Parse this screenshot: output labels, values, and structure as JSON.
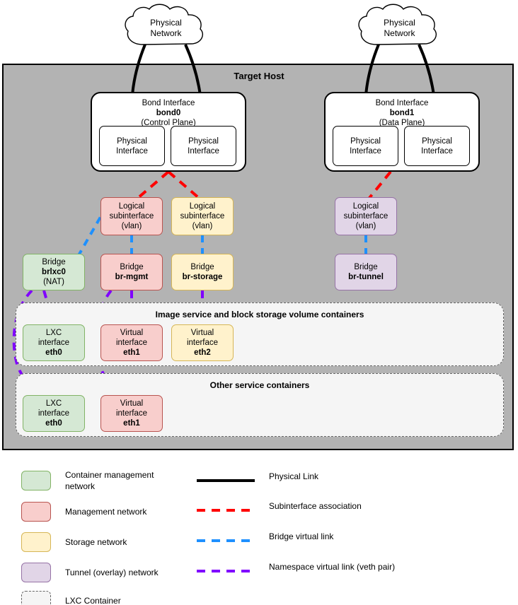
{
  "diagram": {
    "host": {
      "title": "Target Host"
    },
    "clouds": [
      {
        "id": "cloud-left",
        "line1": "Physical",
        "line2": "Network"
      },
      {
        "id": "cloud-right",
        "line1": "Physical",
        "line2": "Network"
      }
    ],
    "bonds": [
      {
        "id": "bond0",
        "line1": "Bond Interface",
        "name": "bond0",
        "line3": "(Control Plane)",
        "interfaces": [
          {
            "line1": "Physical",
            "line2": "Interface"
          },
          {
            "line1": "Physical",
            "line2": "Interface"
          }
        ]
      },
      {
        "id": "bond1",
        "line1": "Bond Interface",
        "name": "bond1",
        "line3": "(Data Plane)",
        "interfaces": [
          {
            "line1": "Physical",
            "line2": "Interface"
          },
          {
            "line1": "Physical",
            "line2": "Interface"
          }
        ]
      }
    ],
    "subinterfaces": [
      {
        "id": "sub-mgmt",
        "line1": "Logical",
        "line2": "subinterface",
        "line3": "(vlan)",
        "network": "management"
      },
      {
        "id": "sub-storage",
        "line1": "Logical",
        "line2": "subinterface",
        "line3": "(vlan)",
        "network": "storage"
      },
      {
        "id": "sub-tunnel",
        "line1": "Logical",
        "line2": "subinterface",
        "line3": "(vlan)",
        "network": "tunnel"
      }
    ],
    "bridges": [
      {
        "id": "br-lxc",
        "line1": "Bridge",
        "name": "brlxc0",
        "line3": "(NAT)",
        "network": "container-management"
      },
      {
        "id": "br-mgmt",
        "line1": "Bridge",
        "name": "br-mgmt",
        "line3": "",
        "network": "management"
      },
      {
        "id": "br-storage",
        "line1": "Bridge",
        "name": "br-storage",
        "line3": "",
        "network": "storage"
      },
      {
        "id": "br-tunnel",
        "line1": "Bridge",
        "name": "br-tunnel",
        "line3": "",
        "network": "tunnel"
      }
    ],
    "container_panels": [
      {
        "id": "panel-image-block",
        "title": "Image service and block storage volume containers",
        "interfaces": [
          {
            "id": "ifc-a-eth0",
            "line1": "LXC",
            "line2": "interface",
            "name": "eth0",
            "network": "container-management"
          },
          {
            "id": "ifc-a-eth1",
            "line1": "Virtual",
            "line2": "interface",
            "name": "eth1",
            "network": "management"
          },
          {
            "id": "ifc-a-eth2",
            "line1": "Virtual",
            "line2": "interface",
            "name": "eth2",
            "network": "storage"
          }
        ]
      },
      {
        "id": "panel-other",
        "title": "Other service containers",
        "interfaces": [
          {
            "id": "ifc-b-eth0",
            "line1": "LXC",
            "line2": "interface",
            "name": "eth0",
            "network": "container-management"
          },
          {
            "id": "ifc-b-eth1",
            "line1": "Virtual",
            "line2": "interface",
            "name": "eth1",
            "network": "management"
          }
        ]
      }
    ]
  },
  "legend": {
    "swatches": [
      {
        "id": "legend-container-management",
        "label": "Container management\nnetwork",
        "fill": "#d5e8d4",
        "stroke": "#82b366"
      },
      {
        "id": "legend-management",
        "label": "Management network",
        "fill": "#f8cecc",
        "stroke": "#b85450"
      },
      {
        "id": "legend-storage",
        "label": "Storage network",
        "fill": "#fff2cc",
        "stroke": "#d6b656"
      },
      {
        "id": "legend-tunnel",
        "label": "Tunnel (overlay) network",
        "fill": "#e1d5e7",
        "stroke": "#9673a6"
      },
      {
        "id": "legend-lxc-container",
        "label": "LXC Container",
        "fill": "#f5f5f5",
        "stroke": "#666666"
      }
    ],
    "lines": [
      {
        "id": "legend-physical-link",
        "label": "Physical Link",
        "color": "#000000",
        "style": "solid"
      },
      {
        "id": "legend-subinterface",
        "label": "Subinterface association",
        "color": "#ff0000",
        "style": "dashed"
      },
      {
        "id": "legend-bridge-link",
        "label": "Bridge virtual link",
        "color": "#1e90ff",
        "style": "dashed"
      },
      {
        "id": "legend-namespace-link",
        "label": "Namespace virtual link (veth pair)",
        "color": "#8000ff",
        "style": "dashed"
      }
    ]
  },
  "colors": {
    "host_background": "#b3b3b3",
    "panel_background": "#f5f5f5",
    "physical_link": "#000000",
    "subinterface_link": "#ff0000",
    "bridge_link": "#1e90ff",
    "namespace_link": "#8000ff"
  }
}
